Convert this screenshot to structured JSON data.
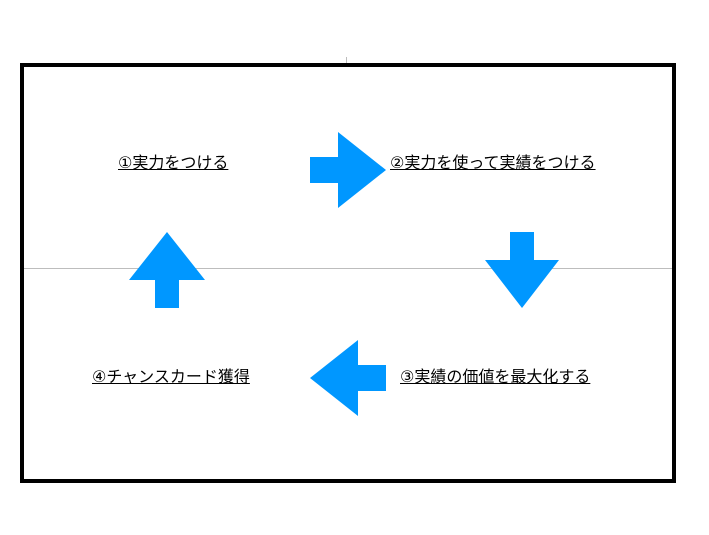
{
  "steps": {
    "step1": "①実力をつける",
    "step2": "②実力を使って実績をつける",
    "step3": "③実績の価値を最大化する",
    "step4": "④チャンスカード獲得"
  },
  "colors": {
    "arrow": "#0097FF",
    "frame": "#000000",
    "divider": "#BDBDBD"
  },
  "arrows": [
    "right-arrow-icon",
    "down-arrow-icon",
    "left-arrow-icon",
    "up-arrow-icon"
  ]
}
